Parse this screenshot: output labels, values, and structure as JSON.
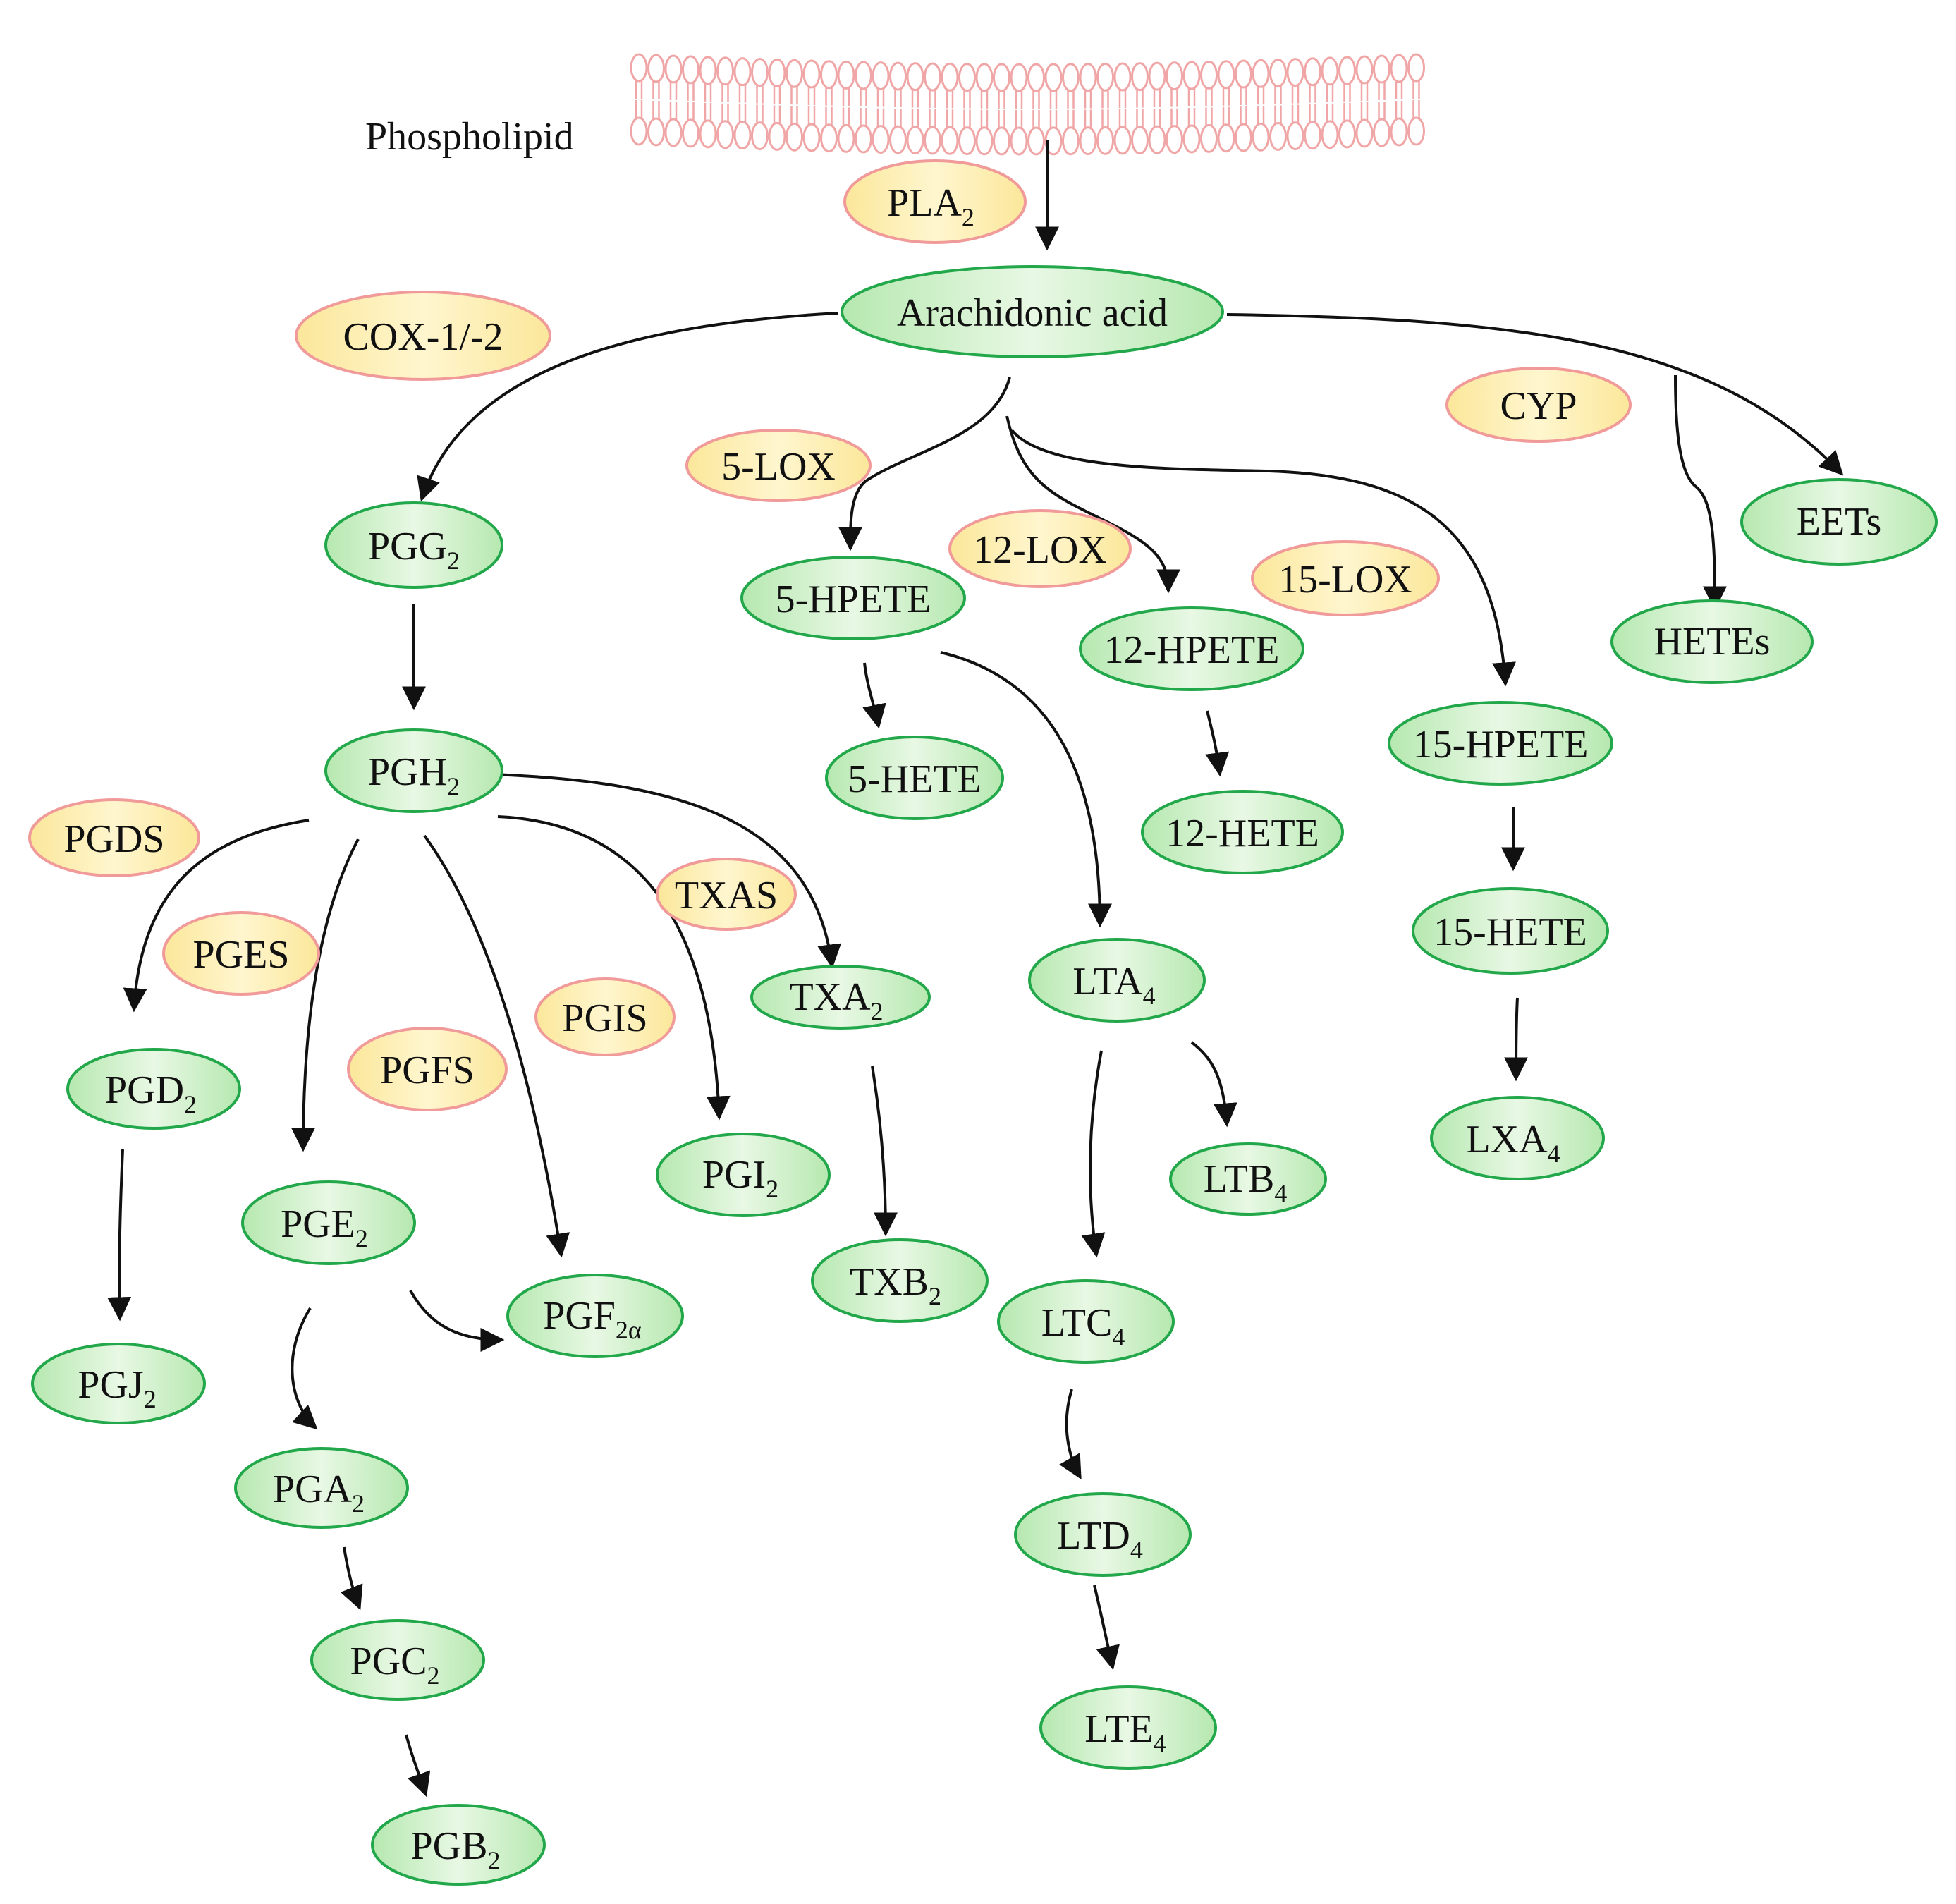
{
  "title": "Phospholipid",
  "colors": {
    "metabolite_fill": "#c6efc3",
    "metabolite_stroke": "#22a84a",
    "enzyme_fill": "#fcefb2",
    "enzyme_stroke": "#f19a9a",
    "membrane": "#f0a6a6",
    "arrow": "#111111"
  },
  "enzymes": {
    "pla2": "PLA",
    "pla2_sub": "2",
    "cox": "COX-1/-2",
    "lox5": "5-LOX",
    "lox12": "12-LOX",
    "lox15": "15-LOX",
    "cyp": "CYP",
    "pgds": "PGDS",
    "pges": "PGES",
    "pgfs": "PGFS",
    "pgis": "PGIS",
    "txas": "TXAS"
  },
  "nodes": {
    "aa": "Arachidonic acid",
    "pgg2": "PGG",
    "pgg2_sub": "2",
    "pgh2": "PGH",
    "pgh2_sub": "2",
    "pgd2": "PGD",
    "pgd2_sub": "2",
    "pgj2": "PGJ",
    "pgj2_sub": "2",
    "pge2": "PGE",
    "pge2_sub": "2",
    "pgf2a": "PGF",
    "pgf2a_sub": "2α",
    "pga2": "PGA",
    "pga2_sub": "2",
    "pgc2": "PGC",
    "pgc2_sub": "2",
    "pgb2": "PGB",
    "pgb2_sub": "2",
    "pgi2": "PGI",
    "pgi2_sub": "2",
    "txa2": "TXA",
    "txa2_sub": "2",
    "txb2": "TXB",
    "txb2_sub": "2",
    "hpete5": "5-HPETE",
    "hete5": "5-HETE",
    "hpete12": "12-HPETE",
    "hete12": "12-HETE",
    "hpete15": "15-HPETE",
    "hete15": "15-HETE",
    "lxa4": "LXA",
    "lxa4_sub": "4",
    "lta4": "LTA",
    "lta4_sub": "4",
    "ltb4": "LTB",
    "ltb4_sub": "4",
    "ltc4": "LTC",
    "ltc4_sub": "4",
    "ltd4": "LTD",
    "ltd4_sub": "4",
    "lte4": "LTE",
    "lte4_sub": "4",
    "hetes": "HETEs",
    "eets": "EETs"
  }
}
